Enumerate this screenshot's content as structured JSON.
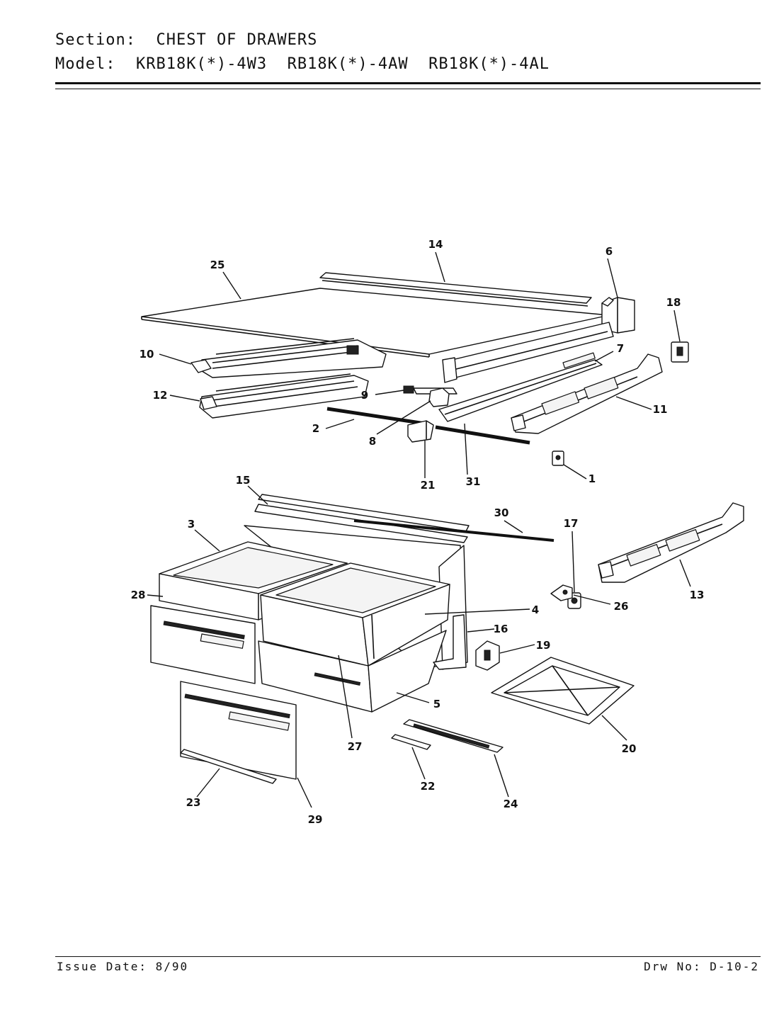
{
  "header": {
    "section_key": "Section:",
    "section_value": "CHEST OF DRAWERS",
    "model_key": "Model:",
    "model_value": "KRB18K(*)-4W3  RB18K(*)-4AW  RB18K(*)-4AL"
  },
  "footer": {
    "issue_date": "Issue Date: 8/90",
    "drawing_no": "Drw No: D-10-2"
  },
  "callouts": {
    "c1": "1",
    "c2": "2",
    "c3": "3",
    "c4": "4",
    "c5": "5",
    "c6": "6",
    "c7": "7",
    "c8": "8",
    "c9": "9",
    "c10": "10",
    "c11": "11",
    "c12": "12",
    "c13": "13",
    "c14": "14",
    "c15": "15",
    "c16": "16",
    "c17": "17",
    "c18": "18",
    "c19": "19",
    "c20": "20",
    "c21": "21",
    "c22": "22",
    "c23": "23",
    "c24": "24",
    "c25": "25",
    "c26": "26",
    "c27": "27",
    "c28": "28",
    "c29": "29",
    "c30": "30",
    "c31": "31"
  }
}
